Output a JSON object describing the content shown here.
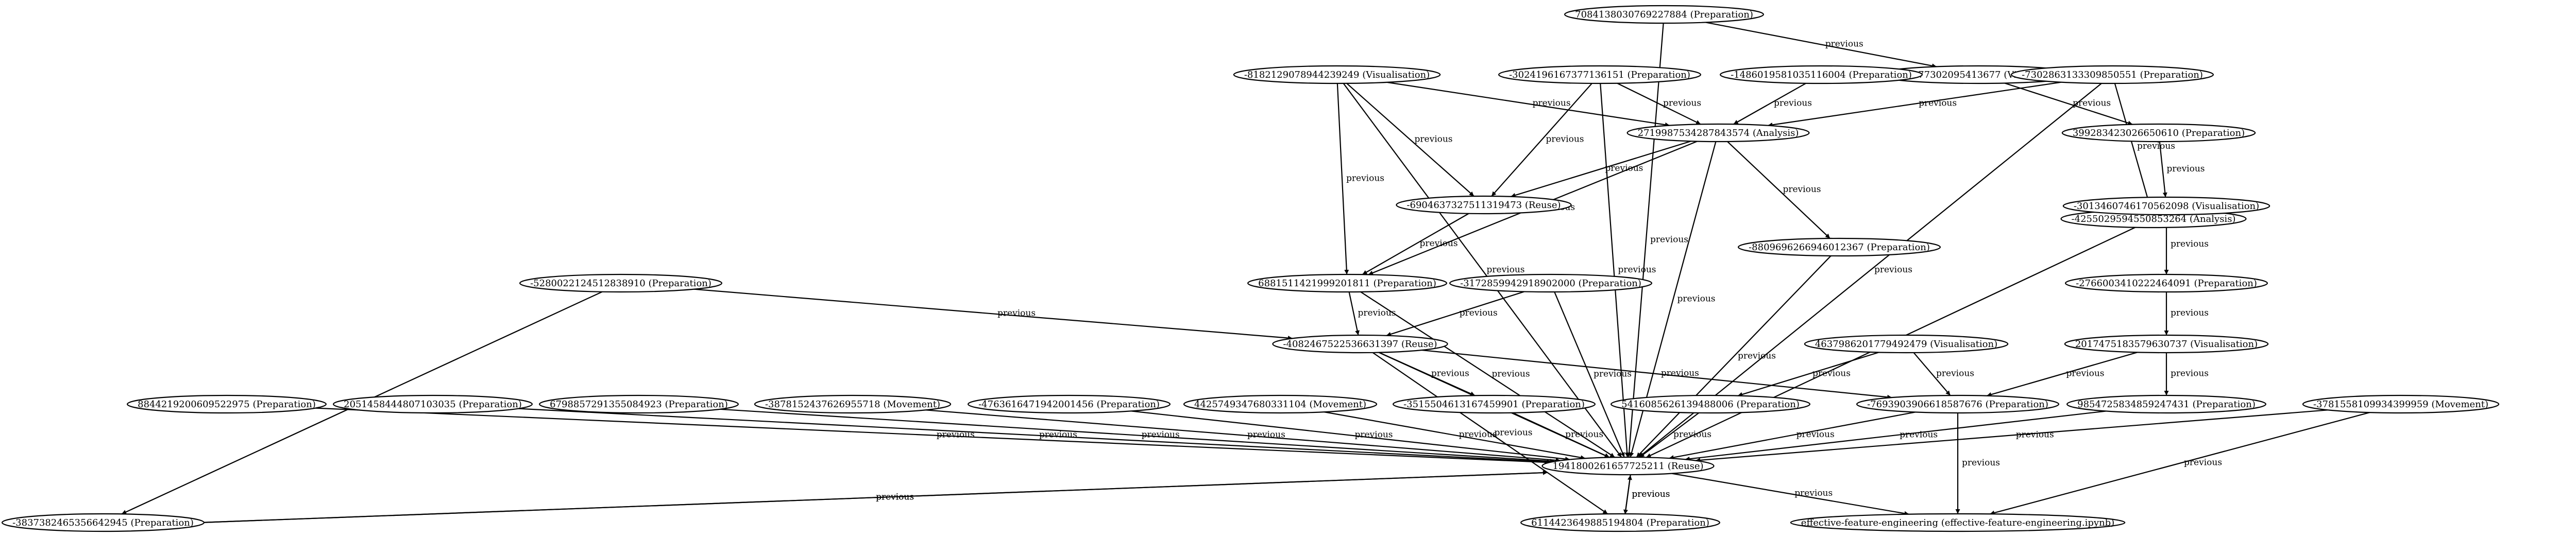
{
  "graph": {
    "edge_label": "previous",
    "nodes": [
      {
        "id": "n1",
        "label": "7084138030769227884 (Preparation)"
      },
      {
        "id": "n2",
        "label": "-1707377302095413677 (Visualisation)"
      },
      {
        "id": "n3",
        "label": "-8182129078944239249 (Visualisation)"
      },
      {
        "id": "n4",
        "label": "-3024196167377136151 (Preparation)"
      },
      {
        "id": "n5",
        "label": "-1486019581035116004 (Preparation)"
      },
      {
        "id": "n6",
        "label": "-7302863133309850551 (Preparation)"
      },
      {
        "id": "n7",
        "label": "399283423026650610 (Preparation)"
      },
      {
        "id": "n8",
        "label": "2719987534287843574 (Analysis)"
      },
      {
        "id": "n9",
        "label": "-6904637327511319473 (Reuse)"
      },
      {
        "id": "n10",
        "label": "-4255029594550853264 (Analysis)"
      },
      {
        "id": "n11",
        "label": "-3013460746170562098 (Visualisation)"
      },
      {
        "id": "n12",
        "label": "-8809696266946012367 (Preparation)"
      },
      {
        "id": "n13",
        "label": "-2766003410222464091 (Preparation)"
      },
      {
        "id": "n14",
        "label": "-5280022124512838910 (Preparation)"
      },
      {
        "id": "n15",
        "label": "6881511421999201811 (Preparation)"
      },
      {
        "id": "n16",
        "label": "-3172859942918902000 (Preparation)"
      },
      {
        "id": "n17",
        "label": "4637986201779492479 (Visualisation)"
      },
      {
        "id": "n18",
        "label": "2017475183579630737 (Visualisation)"
      },
      {
        "id": "n19",
        "label": "-4082467522536631397 (Reuse)"
      },
      {
        "id": "n20",
        "label": "8844219200609522975 (Preparation)"
      },
      {
        "id": "n21",
        "label": "2051458444807103035 (Preparation)"
      },
      {
        "id": "n22",
        "label": "6798857291355084923 (Preparation)"
      },
      {
        "id": "n23",
        "label": "-3878152437626955718 (Movement)"
      },
      {
        "id": "n24",
        "label": "-4763616471942001456 (Preparation)"
      },
      {
        "id": "n25",
        "label": "4425749347680331104 (Movement)"
      },
      {
        "id": "n26",
        "label": "-3515504613167459901 (Preparation)"
      },
      {
        "id": "n27",
        "label": "5416085626139488006 (Preparation)"
      },
      {
        "id": "n28",
        "label": "-7693903906618587676 (Preparation)"
      },
      {
        "id": "n29",
        "label": "9854725834859247431 (Preparation)"
      },
      {
        "id": "n30",
        "label": "-3781558109934399959 (Movement)"
      },
      {
        "id": "n31",
        "label": "1941800261657725211 (Reuse)"
      },
      {
        "id": "n32",
        "label": "-3837382465356642945 (Preparation)"
      },
      {
        "id": "n33",
        "label": "6114423649885194804 (Preparation)"
      },
      {
        "id": "n34",
        "label": "effective-feature-engineering (effective-feature-engineering.ipynb)"
      }
    ],
    "edges": [
      {
        "from": "n1",
        "to": "n2"
      },
      {
        "from": "n1",
        "to": "n31"
      },
      {
        "from": "n2",
        "to": "n7"
      },
      {
        "from": "n7",
        "to": "n11"
      },
      {
        "from": "n11",
        "to": "n13"
      },
      {
        "from": "n13",
        "to": "n18"
      },
      {
        "from": "n18",
        "to": "n28"
      },
      {
        "from": "n18",
        "to": "n29"
      },
      {
        "from": "n3",
        "to": "n8"
      },
      {
        "from": "n3",
        "to": "n9"
      },
      {
        "from": "n3",
        "to": "n15"
      },
      {
        "from": "n3",
        "to": "n31"
      },
      {
        "from": "n4",
        "to": "n8"
      },
      {
        "from": "n4",
        "to": "n9"
      },
      {
        "from": "n4",
        "to": "n31"
      },
      {
        "from": "n5",
        "to": "n8"
      },
      {
        "from": "n6",
        "to": "n8"
      },
      {
        "from": "n6",
        "to": "n10"
      },
      {
        "from": "n6",
        "to": "n31"
      },
      {
        "from": "n8",
        "to": "n9"
      },
      {
        "from": "n8",
        "to": "n15"
      },
      {
        "from": "n8",
        "to": "n12"
      },
      {
        "from": "n8",
        "to": "n31"
      },
      {
        "from": "n9",
        "to": "n15"
      },
      {
        "from": "n10",
        "to": "n31"
      },
      {
        "from": "n12",
        "to": "n31"
      },
      {
        "from": "n14",
        "to": "n19"
      },
      {
        "from": "n14",
        "to": "n32"
      },
      {
        "from": "n15",
        "to": "n19"
      },
      {
        "from": "n15",
        "to": "n31"
      },
      {
        "from": "n16",
        "to": "n19"
      },
      {
        "from": "n16",
        "to": "n31"
      },
      {
        "from": "n17",
        "to": "n27"
      },
      {
        "from": "n17",
        "to": "n28"
      },
      {
        "from": "n19",
        "to": "n26"
      },
      {
        "from": "n19",
        "to": "n28"
      },
      {
        "from": "n19",
        "to": "n31"
      },
      {
        "from": "n19",
        "to": "n33"
      },
      {
        "from": "n20",
        "to": "n31"
      },
      {
        "from": "n21",
        "to": "n31"
      },
      {
        "from": "n22",
        "to": "n31"
      },
      {
        "from": "n23",
        "to": "n31"
      },
      {
        "from": "n24",
        "to": "n31"
      },
      {
        "from": "n25",
        "to": "n31"
      },
      {
        "from": "n26",
        "to": "n31"
      },
      {
        "from": "n27",
        "to": "n31"
      },
      {
        "from": "n28",
        "to": "n31"
      },
      {
        "from": "n28",
        "to": "n34"
      },
      {
        "from": "n29",
        "to": "n31"
      },
      {
        "from": "n30",
        "to": "n31"
      },
      {
        "from": "n30",
        "to": "n34"
      },
      {
        "from": "n31",
        "to": "n32"
      },
      {
        "from": "n31",
        "to": "n33"
      },
      {
        "from": "n31",
        "to": "n34"
      },
      {
        "from": "n32",
        "to": "n31"
      },
      {
        "from": "n33",
        "to": "n31"
      }
    ]
  }
}
